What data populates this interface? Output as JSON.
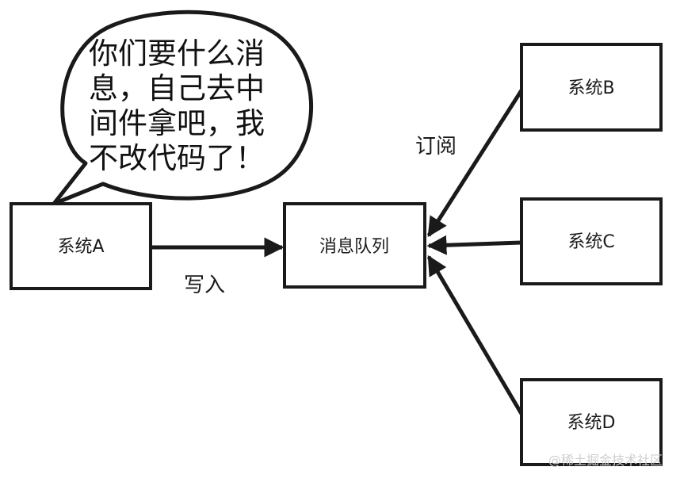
{
  "nodes": {
    "system_a": "系统A",
    "queue": "消息队列",
    "system_b": "系统B",
    "system_c": "系统C",
    "system_d": "系统D"
  },
  "edges": {
    "write": "写入",
    "subscribe": "订阅"
  },
  "speech_bubble": {
    "lines": [
      "你们要什么消",
      "息，自己去中",
      "间件拿吧，我",
      "不改代码了！"
    ]
  },
  "watermark": "@稀土掘金技术社区",
  "colors": {
    "stroke": "#1a1a1a",
    "box_fill": "#ffffff",
    "bubble_fill": "#ffffff",
    "watermark": "#cfcfcf"
  }
}
